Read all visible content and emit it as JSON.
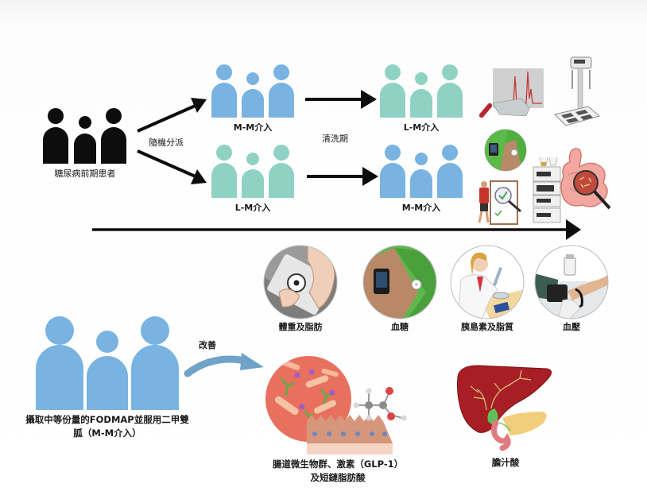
{
  "colors": {
    "patients": "#0d0d0d",
    "mm_group": "#78b3e2",
    "lm_group": "#8fd2c4",
    "arrow": "#0d0d0d",
    "curved_arrow": "#6fa3c8"
  },
  "top": {
    "patients_label": "糖尿病前期患者",
    "randomization_label": "隨機分派",
    "washout_label": "清洗期",
    "phase1": {
      "upper_group_label": "M-M介入",
      "lower_group_label": "L-M介入"
    },
    "phase2": {
      "upper_group_label": "L-M介入",
      "lower_group_label": "M-M介入"
    },
    "assessment_icons": [
      "chromatography-sample-icon",
      "body-composition-scale-icon",
      "glucose-monitor-icon",
      "hplc-instrument-icon",
      "gut-microbiome-magnifier-icon",
      "questionnaire-checklist-icon"
    ]
  },
  "outcomes": {
    "measures": [
      {
        "label": "體重及脂肪",
        "icon": "weighing-scale-icon"
      },
      {
        "label": "血糖",
        "icon": "glucose-sensor-icon"
      },
      {
        "label": "胰島素及脂質",
        "icon": "lab-technician-icon"
      },
      {
        "label": "血壓",
        "icon": "blood-pressure-cuff-icon"
      }
    ]
  },
  "bottom": {
    "group_label_line1": "攝取中等份量的FODMAP並服用二甲雙",
    "group_label_line2": "胍（M-M介入）",
    "improve_label": "改善",
    "gut_label_line1": "腸道微生物群、激素（GLP-1）",
    "gut_label_line2": "及短鏈脂肪酸",
    "bile_label": "膽汁酸"
  }
}
